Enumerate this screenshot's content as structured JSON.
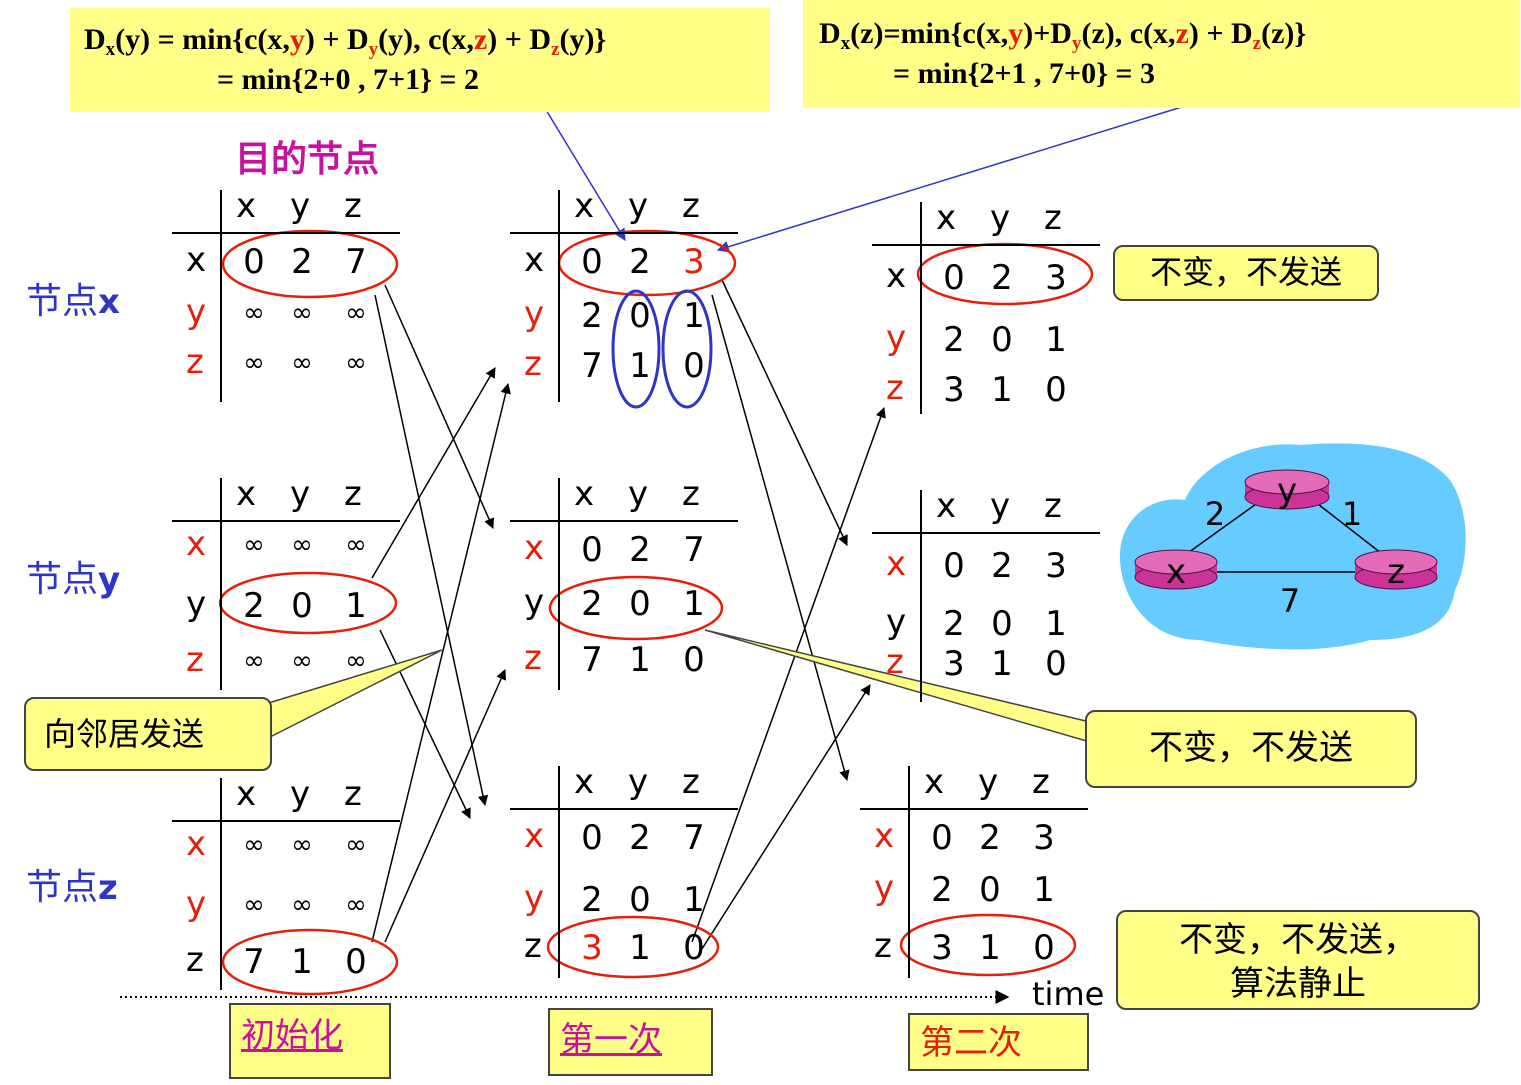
{
  "formula_left": {
    "line1": {
      "D": "D",
      "sub_x": "x",
      "p1": "(y) = min{c(x,",
      "y1": "y",
      "p2": ") + D",
      "sub_y": "y",
      "p3": "(y), c(x,",
      "z1": "z",
      "p4": ") + D",
      "sub_z": "z",
      "p5": "(y)}"
    },
    "line2": "= min{2+0 , 7+1} = 2"
  },
  "formula_right": {
    "line1": {
      "D": "D",
      "sub_x": "x",
      "p1": "(z)=min{c(x,",
      "y1": "y",
      "p2": ")+D",
      "sub_y": "y",
      "p3": "(z), c(x,",
      "z1": "z",
      "p4": ") + D",
      "sub_z": "z",
      "p5": "(z)}"
    },
    "line2": "= min{2+1 , 7+0} = 3"
  },
  "dest_title": "目的节点",
  "node_labels": [
    {
      "prefix": "节点",
      "id": "x"
    },
    {
      "prefix": "节点",
      "id": "y"
    },
    {
      "prefix": "节点",
      "id": "z"
    }
  ],
  "headers": [
    "x",
    "y",
    "z"
  ],
  "row_labels": [
    "x",
    "y",
    "z"
  ],
  "tables": {
    "init_x": [
      [
        "0",
        "2",
        "7"
      ],
      [
        "∞",
        "∞",
        "∞"
      ],
      [
        "∞",
        "∞",
        "∞"
      ]
    ],
    "init_y": [
      [
        "∞",
        "∞",
        "∞"
      ],
      [
        "2",
        "0",
        "1"
      ],
      [
        "∞",
        "∞",
        "∞"
      ]
    ],
    "init_z": [
      [
        "∞",
        "∞",
        "∞"
      ],
      [
        "∞",
        "∞",
        "∞"
      ],
      [
        "7",
        "1",
        "0"
      ]
    ],
    "r1_x": [
      [
        "0",
        "2",
        "3"
      ],
      [
        "2",
        "0",
        "1"
      ],
      [
        "7",
        "1",
        "0"
      ]
    ],
    "r1_y": [
      [
        "0",
        "2",
        "7"
      ],
      [
        "2",
        "0",
        "1"
      ],
      [
        "7",
        "1",
        "0"
      ]
    ],
    "r1_z": [
      [
        "0",
        "2",
        "7"
      ],
      [
        "2",
        "0",
        "1"
      ],
      [
        "3",
        "1",
        "0"
      ]
    ],
    "r2_x": [
      [
        "0",
        "2",
        "3"
      ],
      [
        "2",
        "0",
        "1"
      ],
      [
        "3",
        "1",
        "0"
      ]
    ],
    "r2_y": [
      [
        "0",
        "2",
        "3"
      ],
      [
        "2",
        "0",
        "1"
      ],
      [
        "3",
        "1",
        "0"
      ]
    ],
    "r2_z": [
      [
        "0",
        "2",
        "3"
      ],
      [
        "2",
        "0",
        "1"
      ],
      [
        "3",
        "1",
        "0"
      ]
    ]
  },
  "notes": {
    "unchanged_1": "不变，不发送",
    "send_neighbors": "向邻居发送",
    "unchanged_2": "不变，不发送",
    "halt_line1": "不变，不发送，",
    "halt_line2": "算法静止"
  },
  "stages": [
    "初始化",
    "第一次",
    "第二次"
  ],
  "time_label": "time",
  "network": {
    "nodes": [
      "x",
      "y",
      "z"
    ],
    "links": [
      {
        "from": "x",
        "to": "y",
        "cost": "2"
      },
      {
        "from": "y",
        "to": "z",
        "cost": "1"
      },
      {
        "from": "x",
        "to": "z",
        "cost": "7"
      }
    ]
  },
  "colors": {
    "highlight_yellow": "#ffff88",
    "red": "#e61e0a",
    "blue": "#2f35c4",
    "magenta": "#c8129e",
    "cloud": "#66ccff",
    "router": "#cc3399"
  }
}
